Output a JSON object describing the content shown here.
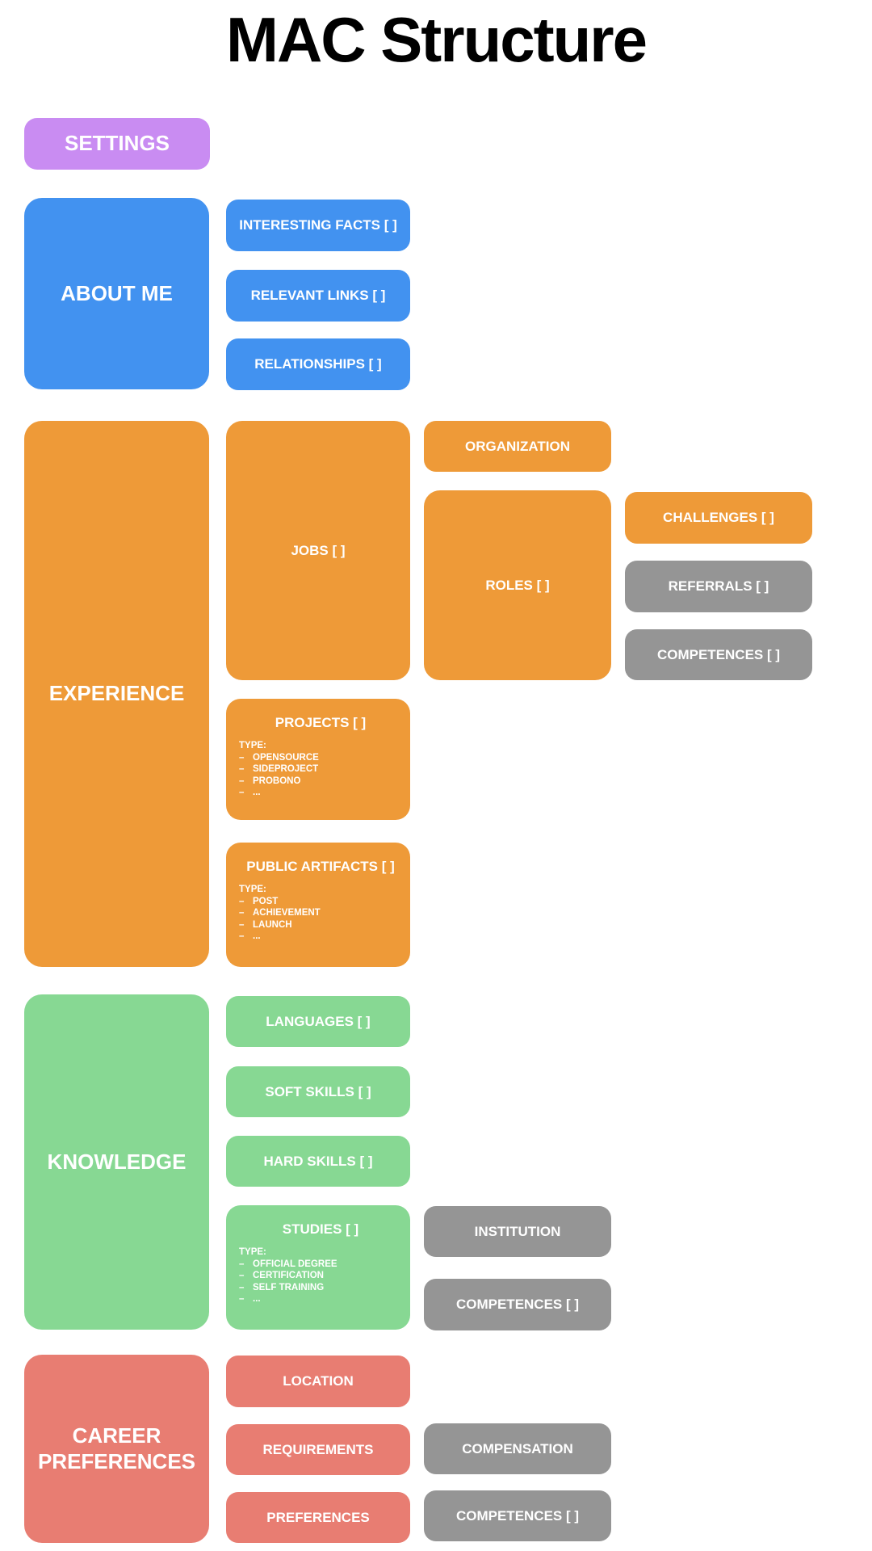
{
  "title": "MAC Structure",
  "colors": {
    "purple": "#c98cf2",
    "blue": "#4292f0",
    "orange": "#ee9a38",
    "green": "#87d893",
    "red": "#e87d72",
    "gray": "#959595",
    "text": "#ffffff",
    "title_text": "#000000",
    "background": "#ffffff"
  },
  "settings": {
    "label": "SETTINGS"
  },
  "about_me": {
    "label": "ABOUT ME",
    "children": [
      {
        "label": "INTERESTING FACTS [ ]"
      },
      {
        "label": "RELEVANT LINKS [ ]"
      },
      {
        "label": "RELATIONSHIPS [ ]"
      }
    ]
  },
  "experience": {
    "label": "EXPERIENCE",
    "jobs": {
      "label": "JOBS [ ]"
    },
    "organization": {
      "label": "ORGANIZATION"
    },
    "roles": {
      "label": "ROLES [ ]"
    },
    "challenges": {
      "label": "CHALLENGES [ ]"
    },
    "referrals": {
      "label": "REFERRALS [ ]"
    },
    "competences": {
      "label": "COMPETENCES [ ]"
    },
    "projects": {
      "label": "PROJECTS [ ]",
      "type_heading": "TYPE:",
      "bullet": "–",
      "types": [
        "OPENSOURCE",
        "SIDEPROJECT",
        "PROBONO",
        "..."
      ]
    },
    "public_artifacts": {
      "label": "PUBLIC ARTIFACTS [ ]",
      "type_heading": "TYPE:",
      "bullet": "–",
      "types": [
        "POST",
        "ACHIEVEMENT",
        "LAUNCH",
        "..."
      ]
    }
  },
  "knowledge": {
    "label": "KNOWLEDGE",
    "children": [
      {
        "label": "LANGUAGES [ ]"
      },
      {
        "label": "SOFT SKILLS [ ]"
      },
      {
        "label": "HARD SKILLS [ ]"
      }
    ],
    "studies": {
      "label": "STUDIES [ ]",
      "type_heading": "TYPE:",
      "bullet": "–",
      "types": [
        "OFFICIAL DEGREE",
        "CERTIFICATION",
        "SELF TRAINING",
        "..."
      ]
    },
    "institution": {
      "label": "INSTITUTION"
    },
    "competences": {
      "label": "COMPETENCES [ ]"
    }
  },
  "career_preferences": {
    "label": "CAREER PREFERENCES",
    "location": {
      "label": "LOCATION"
    },
    "requirements": {
      "label": "REQUIREMENTS"
    },
    "preferences": {
      "label": "PREFERENCES"
    },
    "compensation": {
      "label": "COMPENSATION"
    },
    "competences": {
      "label": "COMPETENCES [ ]"
    }
  }
}
